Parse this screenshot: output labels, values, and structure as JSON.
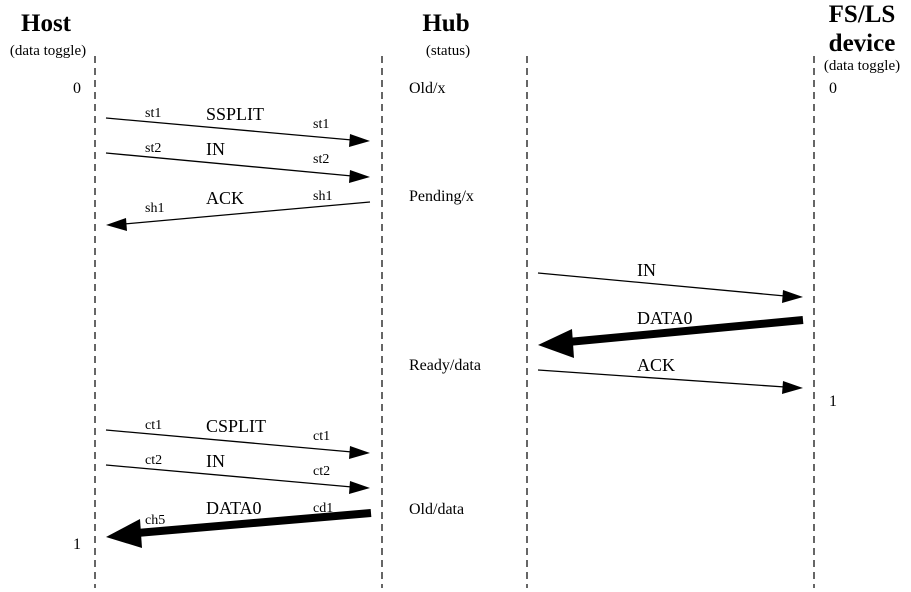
{
  "columns": {
    "host": {
      "title": "Host",
      "subtitle": "(data toggle)"
    },
    "hub": {
      "title": "Hub",
      "subtitle": "(status)"
    },
    "device": {
      "title_line1": "FS/LS",
      "title_line2": "device",
      "subtitle": "(data toggle)"
    }
  },
  "host_toggle": {
    "initial": "0",
    "final": "1"
  },
  "device_toggle": {
    "initial": "0",
    "final": "1"
  },
  "hub_status": {
    "s1": "Old/x",
    "s2": "Pending/x",
    "s3": "Ready/data",
    "s4": "Old/data"
  },
  "messages": {
    "m1": {
      "label": "SSPLIT",
      "left": "st1",
      "right": "st1"
    },
    "m2": {
      "label": "IN",
      "left": "st2",
      "right": "st2"
    },
    "m3": {
      "label": "ACK",
      "left": "sh1",
      "right": "sh1"
    },
    "m4": {
      "label": "IN"
    },
    "m5": {
      "label": "DATA0"
    },
    "m6": {
      "label": "ACK"
    },
    "m7": {
      "label": "CSPLIT",
      "left": "ct1",
      "right": "ct1"
    },
    "m8": {
      "label": "IN",
      "left": "ct2",
      "right": "ct2"
    },
    "m9": {
      "label": "DATA0",
      "left": "ch5",
      "right": "cd1"
    }
  }
}
